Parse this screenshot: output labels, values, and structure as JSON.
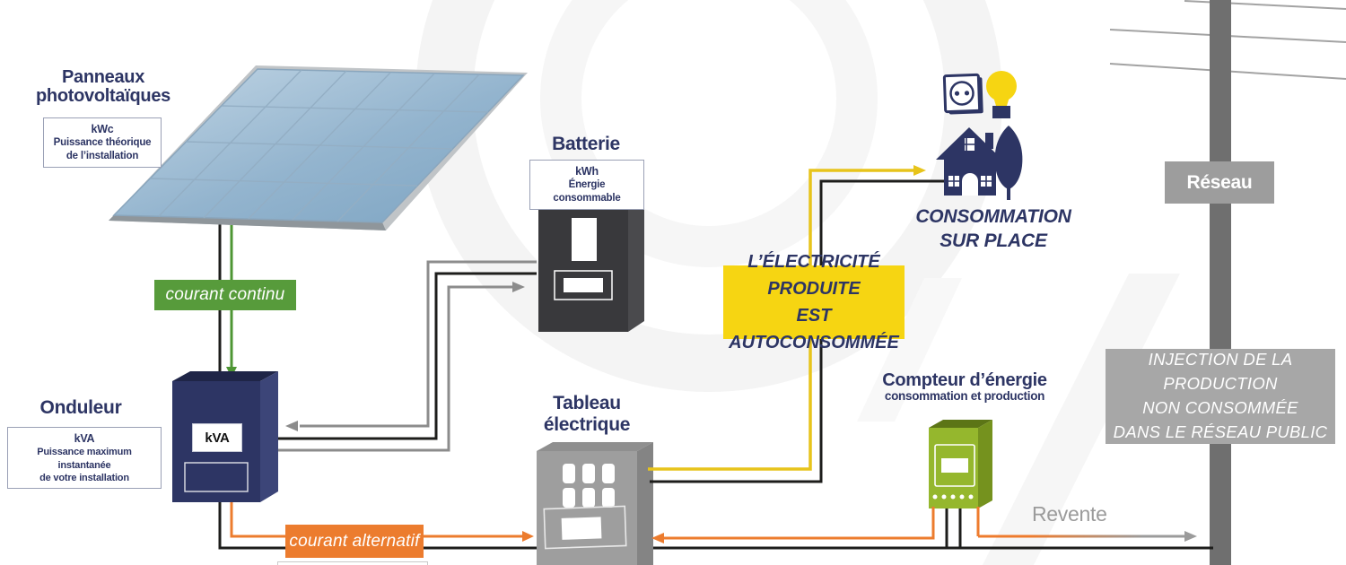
{
  "panneaux": {
    "title_l1": "Panneaux",
    "title_l2": "photovoltaïques",
    "unit": "kWc",
    "desc_l1": "Puissance théorique",
    "desc_l2": "de l’installation"
  },
  "batterie": {
    "title": "Batterie",
    "unit": "kWh",
    "desc": "Énergie consommable"
  },
  "onduleur": {
    "title": "Onduleur",
    "unit": "kVA",
    "desc_l1": "Puissance maximum instantanée",
    "desc_l2": "de votre installation",
    "device_label": "kVA"
  },
  "tableau": {
    "title_l1": "Tableau",
    "title_l2": "électrique"
  },
  "compteur": {
    "title": "Compteur d’énergie",
    "subtitle": "consommation et production"
  },
  "consommation": {
    "l1": "CONSOMMATION",
    "l2": "SUR PLACE"
  },
  "autoconso_box": {
    "l1": "L’ÉLECTRICITÉ PRODUITE",
    "l2": "EST AUTOCONSOMMÉE"
  },
  "injection_box": {
    "l1": "INJECTION DE LA PRODUCTION",
    "l2": "NON CONSOMMÉE",
    "l3": "DANS LE RÉSEAU PUBLIC"
  },
  "reseau": {
    "label": "Réseau"
  },
  "flows": {
    "dc_label": "courant continu",
    "ac_label": "courant alternatif",
    "revente_label": "Revente"
  },
  "icons": {
    "solar_panel": "solar-panel-icon",
    "inverter": "inverter-icon",
    "battery": "battery-icon",
    "electrical_panel": "electrical-panel-icon",
    "energy_meter": "energy-meter-icon",
    "outlet": "power-outlet-icon",
    "bulb": "light-bulb-icon",
    "house": "house-icon",
    "tree": "tree-icon",
    "utility_pole": "utility-pole-icon"
  },
  "colors": {
    "navy": "#2d3564",
    "dc_green": "#579b3b",
    "ac_orange": "#ec7c2e",
    "autoconso_yellow": "#f6d512",
    "house_wire_yellow": "#e7c41b",
    "meter_lime": "#95b72d",
    "injection_gray": "#a7a7a7",
    "reseau_gray": "#9d9d9d",
    "pole_gray": "#6f6f6f",
    "wire_gray": "#8c8c8c",
    "wire_black": "#1d1d1b"
  }
}
